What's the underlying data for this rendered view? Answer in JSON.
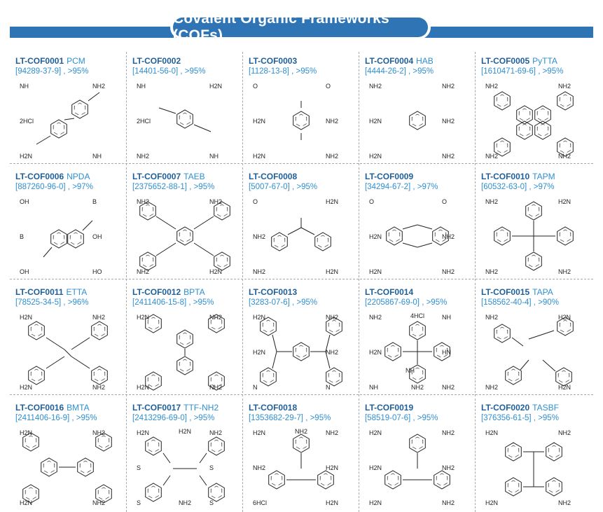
{
  "header": {
    "title": "Covalent Organic Frameworks (COFs)"
  },
  "products": [
    {
      "code": "LT-COF0001",
      "abbr": "PCM",
      "cas": "[94289-37-9] , >95%",
      "structure": "biphenyl-bis-amidine",
      "labels": [
        "NH",
        "NH2",
        "H2N",
        "NH",
        "2HCl"
      ]
    },
    {
      "code": "LT-COF0002",
      "abbr": "",
      "cas": "[14401-56-0] , >95%",
      "structure": "benzene-bis-amidine",
      "labels": [
        "NH",
        "H2N",
        "NH2",
        "NH",
        "2HCl"
      ]
    },
    {
      "code": "LT-COF0003",
      "abbr": "",
      "cas": "[1128-13-8] , >95%",
      "structure": "tetraamino-benzoquinone",
      "labels": [
        "O",
        "O",
        "H2N",
        "NH2",
        "H2N",
        "NH2"
      ]
    },
    {
      "code": "LT-COF0004",
      "abbr": "HAB",
      "cas": "[4444-26-2] , >95%",
      "structure": "hexaaminobenzene",
      "labels": [
        "NH2",
        "NH2",
        "H2N",
        "NH2",
        "H2N",
        "NH2"
      ]
    },
    {
      "code": "LT-COF0005",
      "abbr": "PyTTA",
      "cas": "[1610471-69-6] , >95%",
      "structure": "pyrene-tetraaniline",
      "labels": [
        "NH2",
        "NH2",
        "NH2",
        "NH2"
      ]
    },
    {
      "code": "LT-COF0006",
      "abbr": "NPDA",
      "cas": "[887260-96-0] , >97%",
      "structure": "naphthalene-diboronic-acid",
      "labels": [
        "OH",
        "B",
        "OH",
        "HO",
        "B",
        "OH"
      ]
    },
    {
      "code": "LT-COF0007",
      "abbr": "TAEB",
      "cas": "[2375652-88-1] , >95%",
      "structure": "tetrakis-aminophenylethynyl-benzene",
      "labels": [
        "NH2",
        "NH2",
        "NH2",
        "H2N"
      ]
    },
    {
      "code": "LT-COF0008",
      "abbr": "",
      "cas": "[5007-67-0] , >95%",
      "structure": "tetraamino-benzophenone",
      "labels": [
        "O",
        "H2N",
        "NH2",
        "H2N",
        "NH2"
      ]
    },
    {
      "code": "LT-COF0009",
      "abbr": "",
      "cas": "[34294-67-2] , >97%",
      "structure": "tetraamino-dibenzodioxin",
      "labels": [
        "O",
        "O",
        "H2N",
        "NH2",
        "H2N",
        "NH2"
      ]
    },
    {
      "code": "LT-COF0010",
      "abbr": "TAPM",
      "cas": "[60532-63-0] , >97%",
      "structure": "tetraaminophenyl-methane",
      "labels": [
        "NH2",
        "H2N",
        "NH2",
        "NH2"
      ]
    },
    {
      "code": "LT-COF0011",
      "abbr": "ETTA",
      "cas": "[78525-34-5] , >96%",
      "structure": "tetraaminophenyl-ethylene",
      "labels": [
        "H2N",
        "NH2",
        "H2N",
        "NH2"
      ]
    },
    {
      "code": "LT-COF0012",
      "abbr": "BPTA",
      "cas": "[2411406-15-8] , >95%",
      "structure": "biphenyl-terphenyl-tetraamine",
      "labels": [
        "H2N",
        "NH2",
        "H2N",
        "NH2"
      ]
    },
    {
      "code": "LT-COF0013",
      "abbr": "",
      "cas": "[3283-07-6] , >95%",
      "structure": "phenylenediamine-tetraaniline",
      "labels": [
        "H2N",
        "NH2",
        "N",
        "N",
        "H2N",
        "NH2"
      ]
    },
    {
      "code": "LT-COF0014",
      "abbr": "",
      "cas": "[2205867-69-0] , >95%",
      "structure": "tetraamidinophenyl-methane",
      "labels": [
        "NH2",
        "NH",
        "NH",
        "NH2",
        "H2N",
        "HN",
        "4HCl",
        "NH2",
        "NH"
      ]
    },
    {
      "code": "LT-COF0015",
      "abbr": "TAPA",
      "cas": "[158562-40-4] , >90%",
      "structure": "tetraaminophenyl-adamantane",
      "labels": [
        "NH2",
        "H2N",
        "NH2",
        "H2N"
      ]
    },
    {
      "code": "LT-COF0016",
      "abbr": "BMTA",
      "cas": "[2411406-16-9] , >95%",
      "structure": "hexamethyl-terphenyl-tetraamine",
      "labels": [
        "H2N",
        "NH2",
        "H2N",
        "NH2"
      ]
    },
    {
      "code": "LT-COF0017",
      "abbr": "TTF-NH2",
      "cas": "[2413296-69-0] , >95%",
      "structure": "tetrathiafulvalene-tetraaniline",
      "labels": [
        "H2N",
        "NH2",
        "S",
        "S",
        "S",
        "S",
        "H2N",
        "NH2"
      ]
    },
    {
      "code": "LT-COF0018",
      "abbr": "",
      "cas": "[1353682-29-7] , >95%",
      "structure": "hexaaminotriptycene",
      "labels": [
        "H2N",
        "NH2",
        "6HCl",
        "H2N",
        "NH2",
        "H2N",
        "NH2"
      ]
    },
    {
      "code": "LT-COF0019",
      "abbr": "",
      "cas": "[58519-07-6] , >95%",
      "structure": "hexaaminotriptycene",
      "labels": [
        "H2N",
        "NH2",
        "H2N",
        "NH2",
        "H2N",
        "NH2"
      ]
    },
    {
      "code": "LT-COF0020",
      "abbr": "TASBF",
      "cas": "[376356-61-5] , >95%",
      "structure": "tetraamino-spirobifluorene",
      "labels": [
        "H2N",
        "NH2",
        "H2N",
        "NH2"
      ]
    }
  ]
}
